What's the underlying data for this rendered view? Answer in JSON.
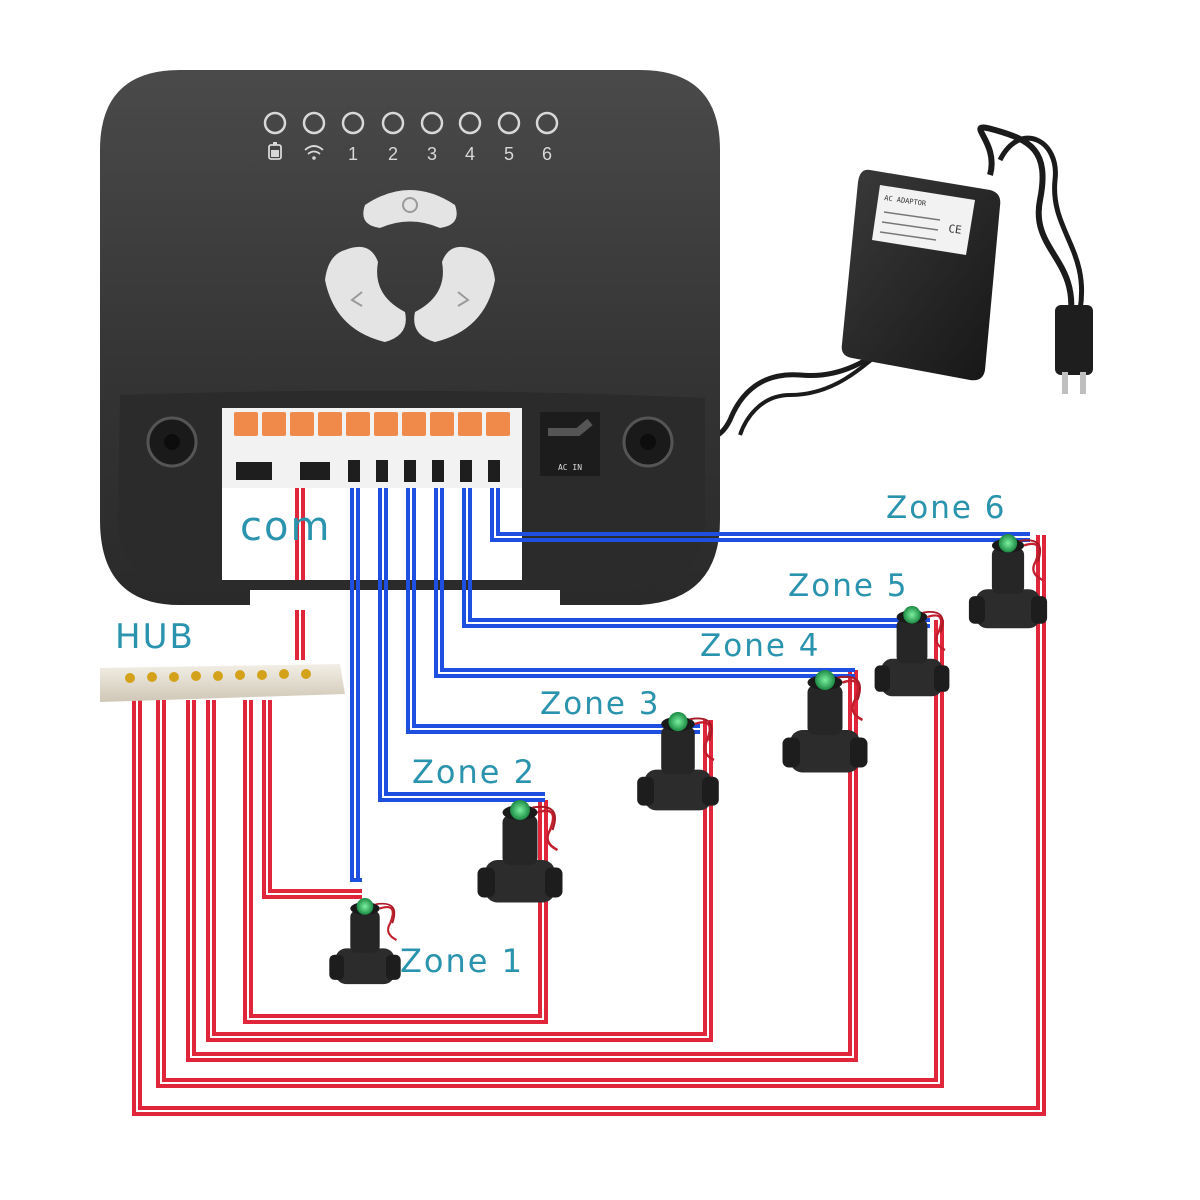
{
  "controller": {
    "indicators": [
      "1",
      "2",
      "3",
      "4",
      "5",
      "6"
    ],
    "terminal_label": "AC IN"
  },
  "adapter": {
    "line1": "AC ADAPTOR",
    "mark": "CE"
  },
  "labels": {
    "com": "com",
    "hub": "HUB",
    "zone1": "Zone 1",
    "zone2": "Zone 2",
    "zone3": "Zone 3",
    "zone4": "Zone 4",
    "zone5": "Zone 5",
    "zone6": "Zone 6"
  },
  "colors": {
    "zone_wire": "#1f4fe0",
    "common_wire": "#e0263a",
    "label": "#2a93ad",
    "controller_body": "#3a3a3a",
    "terminal_orange": "#f08a4b"
  },
  "icons": {
    "power_button": "power-icon",
    "left_button": "chevron-left-icon",
    "right_button": "chevron-right-icon",
    "battery": "battery-icon",
    "wifi": "wifi-icon"
  }
}
